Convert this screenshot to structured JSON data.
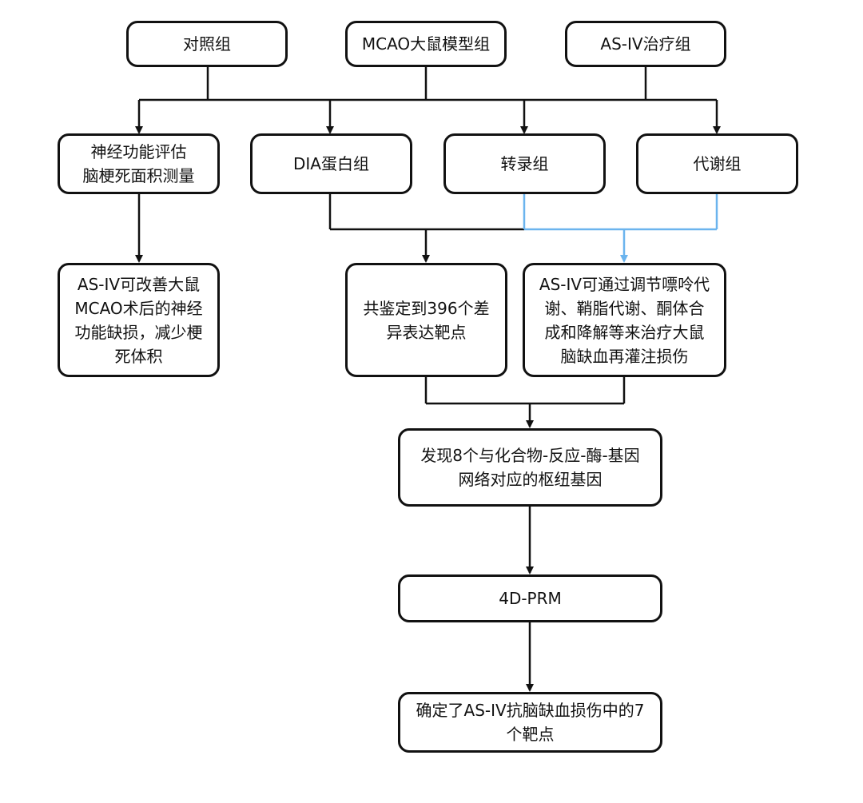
{
  "colors": {
    "border": "#111111",
    "connector": "#111111",
    "highlight_connector": "#6BB4EE",
    "background": "#ffffff"
  },
  "nodes": {
    "control_group": "对照组",
    "mcao_group": "MCAO大鼠模型组",
    "asiv_group": "AS-IV治疗组",
    "neuro_eval": "神经功能评估\n脑梗死面积测量",
    "dia_protein": "DIA蛋白组",
    "transcriptome": "转录组",
    "metabolome": "代谢组",
    "asiv_improve": "AS-IV可改善大鼠\nMCAO术后的神经\n功能缺损，减少梗\n死体积",
    "dep_targets": "共鉴定到396个差\n异表达靶点",
    "asiv_pathways": "AS-IV可通过调节嘌呤代\n谢、鞘脂代谢、酮体合\n成和降解等来治疗大鼠\n脑缺血再灌注损伤",
    "hub_genes": "发现8个与化合物-反应-酶-基因\n网络对应的枢纽基因",
    "prm": "4D-PRM",
    "final_targets": "确定了AS-IV抗脑缺血损伤中的7\n个靶点"
  }
}
